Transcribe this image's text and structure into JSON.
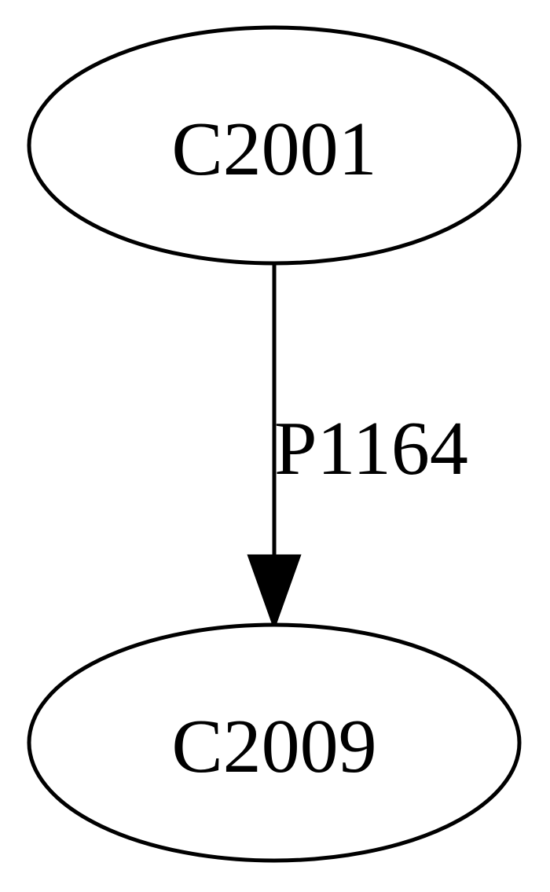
{
  "nodes": {
    "source": {
      "label": "C2001"
    },
    "target": {
      "label": "C2009"
    }
  },
  "edges": [
    {
      "from": "C2001",
      "to": "C2009",
      "label": "P1164"
    }
  ]
}
